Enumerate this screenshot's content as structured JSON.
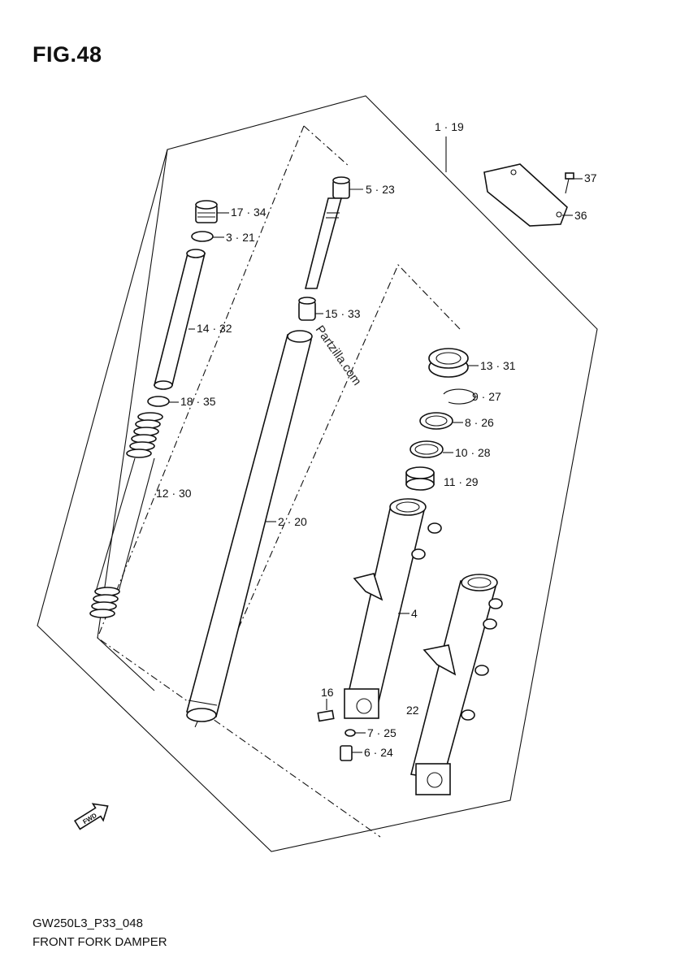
{
  "figure": {
    "title": "FIG.48",
    "code": "GW250L3_P33_048",
    "name": "FRONT FORK DAMPER",
    "watermark": "Partzilla.com",
    "fwd_label": "FWD"
  },
  "callouts": {
    "c1": "1 · 19",
    "c2": "2 · 20",
    "c3": "3 · 21",
    "c4": "4",
    "c5": "5 · 23",
    "c6": "6 · 24",
    "c7": "7 · 25",
    "c8": "8 · 26",
    "c9": "9 · 27",
    "c10": "10 · 28",
    "c11": "11 · 29",
    "c12": "12 · 30",
    "c13": "13 · 31",
    "c14": "14 · 32",
    "c15": "15 · 33",
    "c16": "16",
    "c17": "17 · 34",
    "c18": "18 · 35",
    "c22": "22",
    "c36": "36",
    "c37": "37"
  }
}
